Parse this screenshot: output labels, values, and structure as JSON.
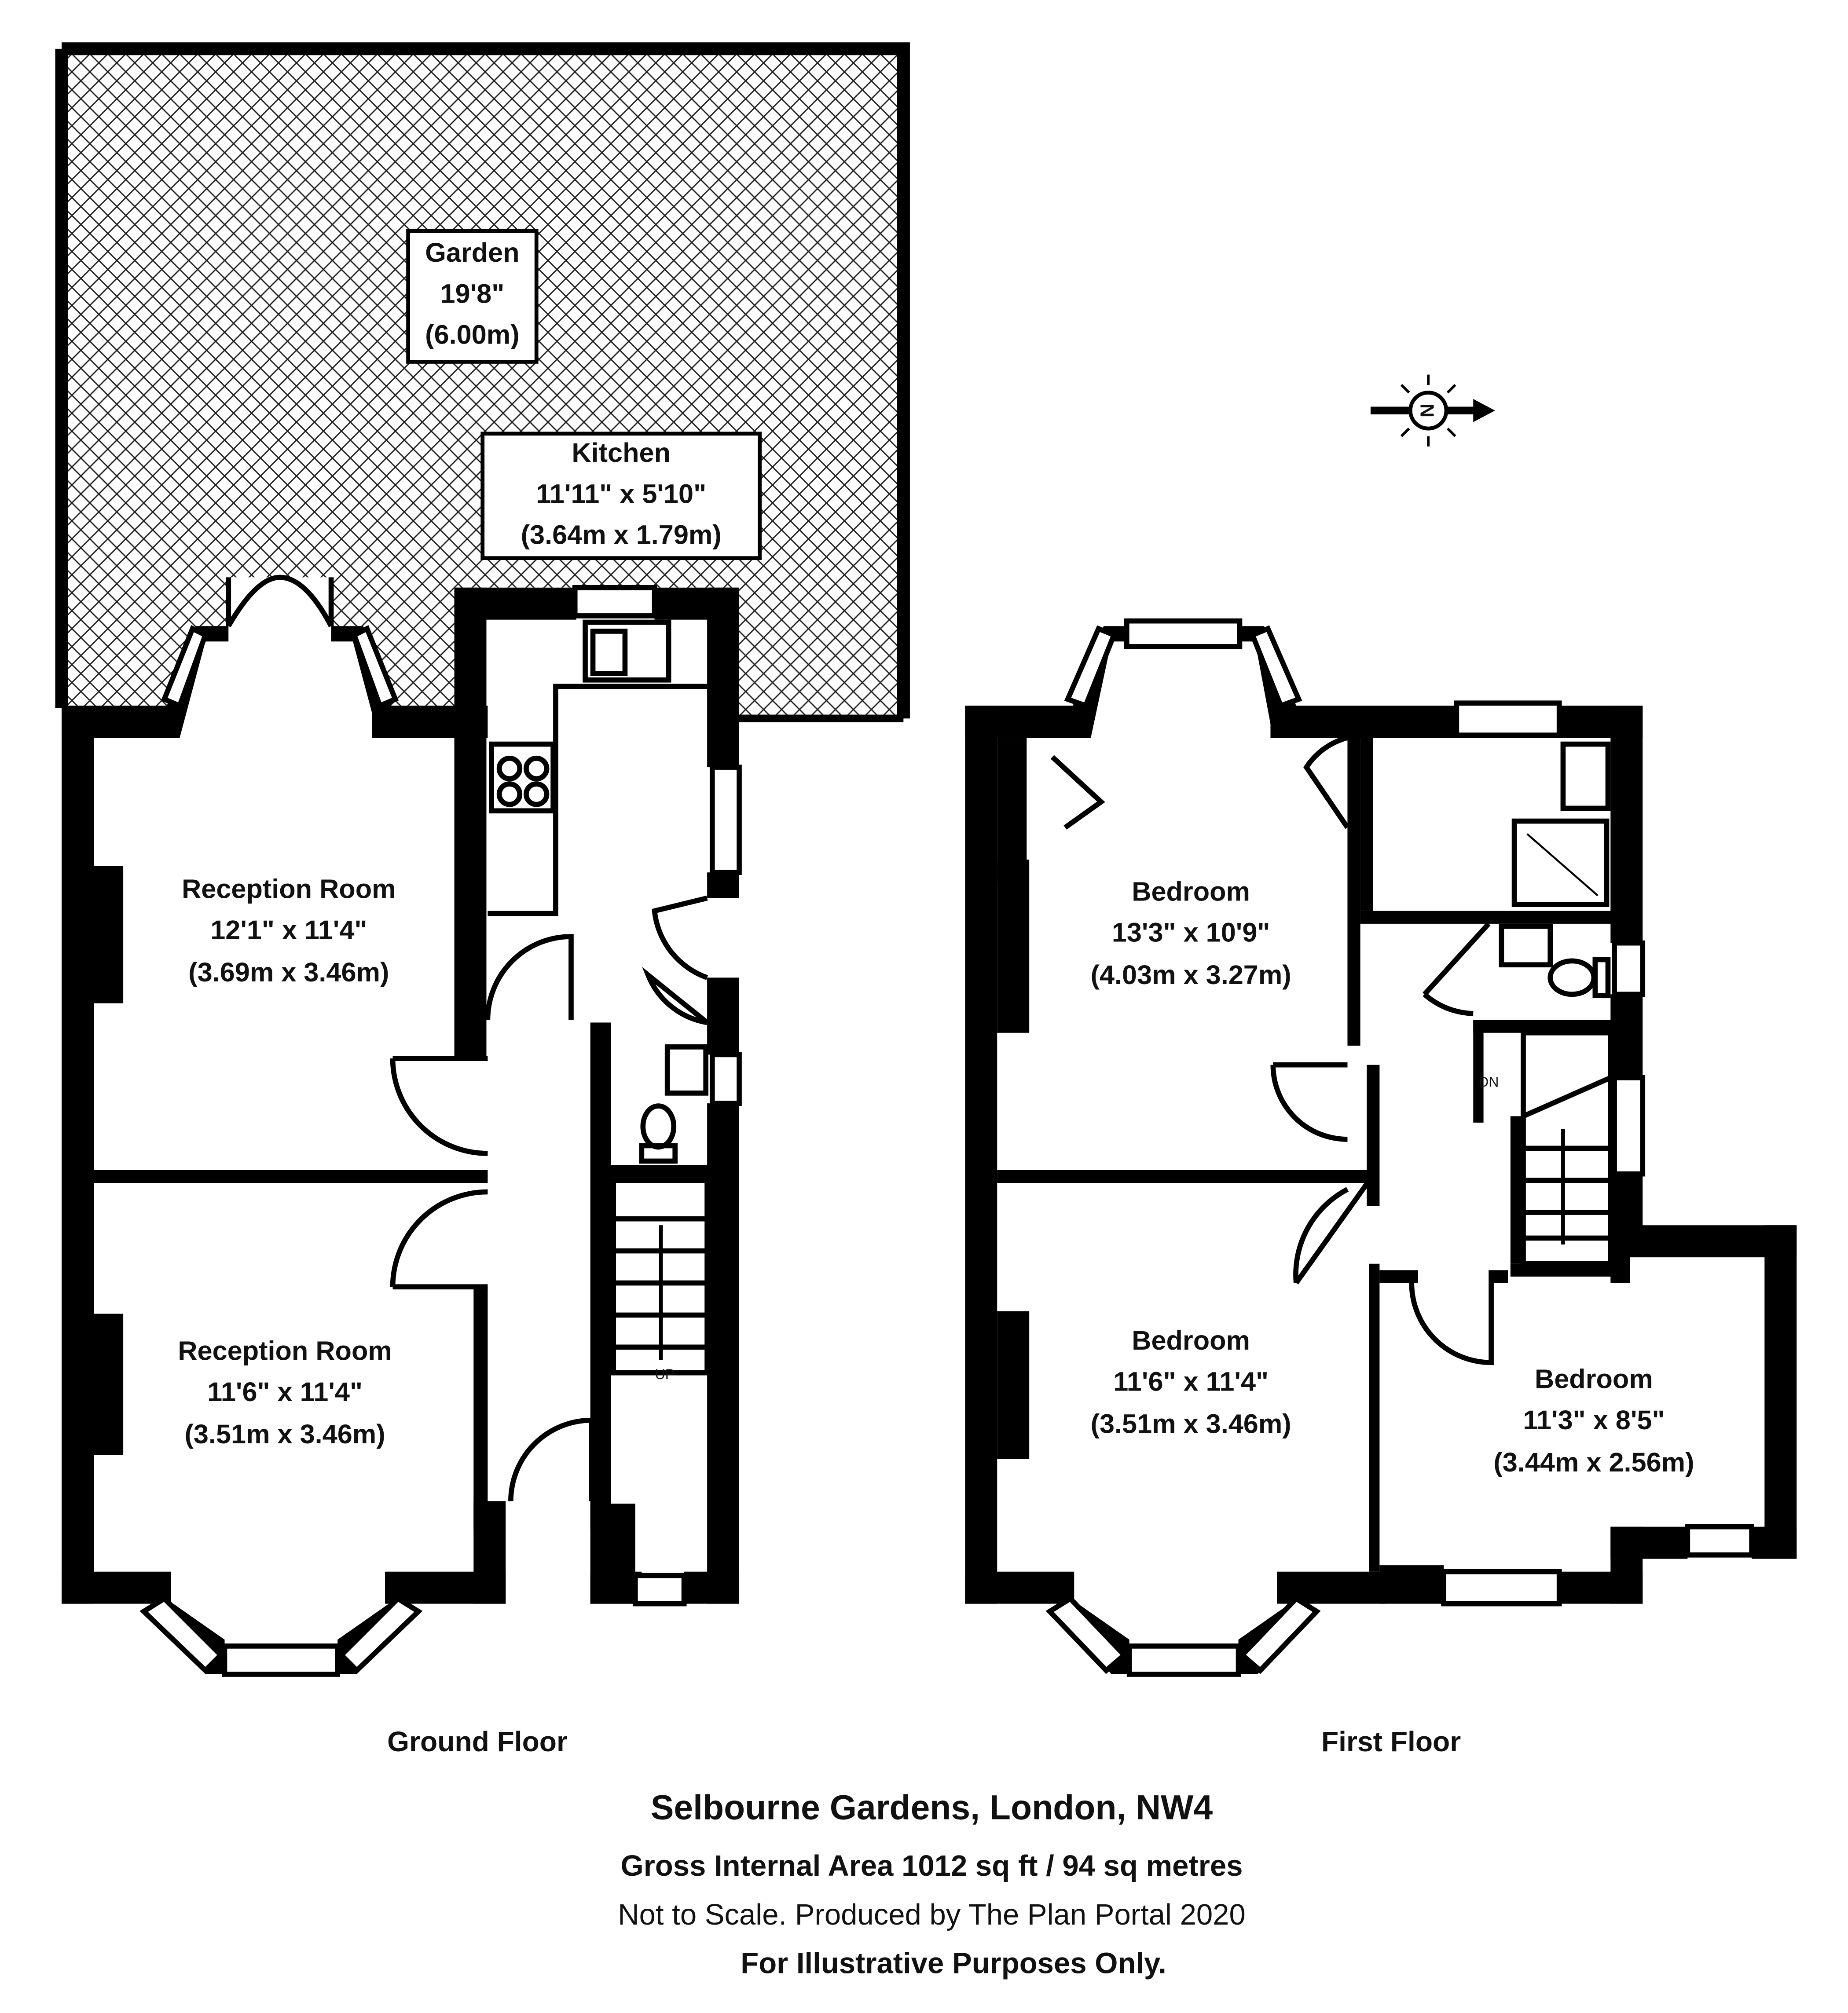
{
  "colors": {
    "wall": "#000000",
    "garden_hatch": "#222222",
    "background": "#ffffff"
  },
  "garden": {
    "name": "Garden",
    "dim_imperial": "19'8\"",
    "dim_metric": "(6.00m)"
  },
  "ground_floor": {
    "label": "Ground Floor",
    "rooms": [
      {
        "name": "Kitchen",
        "dim_imperial": "11'11\" x 5'10\"",
        "dim_metric": "(3.64m x 1.79m)"
      },
      {
        "name": "Reception Room",
        "dim_imperial": "12'1\" x 11'4\"",
        "dim_metric": "(3.69m x 3.46m)"
      },
      {
        "name": "Reception Room",
        "dim_imperial": "11'6\" x 11'4\"",
        "dim_metric": "(3.51m x 3.46m)"
      }
    ],
    "stairs_label": "UP"
  },
  "first_floor": {
    "label": "First Floor",
    "rooms": [
      {
        "name": "Bedroom",
        "dim_imperial": "13'3\" x 10'9\"",
        "dim_metric": "(4.03m x 3.27m)"
      },
      {
        "name": "Bedroom",
        "dim_imperial": "11'6\" x 11'4\"",
        "dim_metric": "(3.51m x 3.46m)"
      },
      {
        "name": "Bedroom",
        "dim_imperial": "11'3\" x 8'5\"",
        "dim_metric": "(3.44m x 2.56m)"
      }
    ],
    "stairs_label": "DN"
  },
  "compass": {
    "label": "N",
    "icon": "compass-north-icon"
  },
  "footer": {
    "address": "Selbourne Gardens, London, NW4",
    "area": "Gross Internal Area 1012 sq ft / 94 sq metres",
    "note": "Not to Scale. Produced by The Plan Portal 2020",
    "disclaimer": "For Illustrative Purposes Only."
  }
}
